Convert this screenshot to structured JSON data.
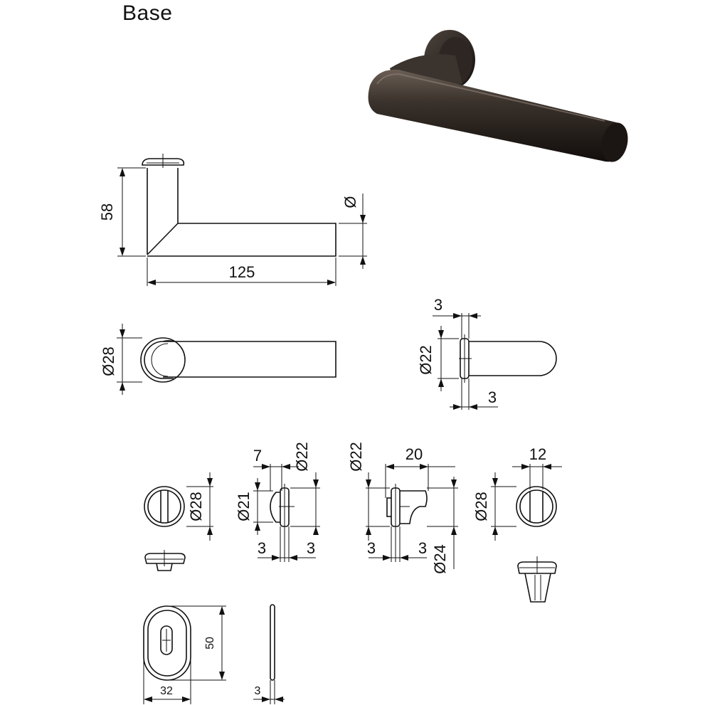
{
  "title": "Base",
  "dims": {
    "height_58": "58",
    "length_125": "125",
    "dia_symbol": "Ø",
    "rose_d28": "Ø28",
    "side_t3_top": "3",
    "side_d22": "Ø22",
    "side_t3_bottom": "3",
    "esc_d28": "Ø28",
    "thumb_7": "7",
    "thumb_d22": "Ø22",
    "thumb_d21": "Ø21",
    "thumb_3a": "3",
    "thumb_3b": "3",
    "turn_d22": "Ø22",
    "turn_20": "20",
    "turn_3a": "3",
    "turn_3b": "3",
    "turn_d24": "Ø24",
    "knob_12": "12",
    "knob_d28": "Ø28",
    "oval_50": "50",
    "oval_32": "32",
    "plate_3": "3"
  },
  "colors": {
    "line": "#111111",
    "handle_dark": "#2a2420",
    "background": "#ffffff"
  }
}
